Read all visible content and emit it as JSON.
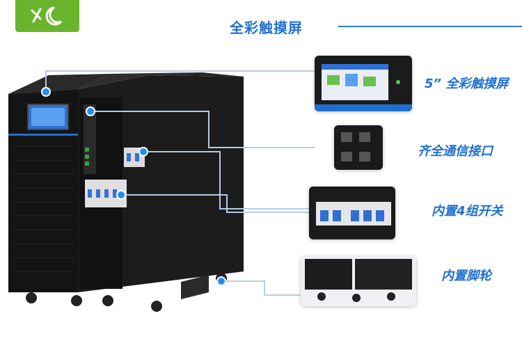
{
  "header": {
    "title": "全彩触摸屏"
  },
  "features": [
    {
      "label": "5” 全彩触摸屏"
    },
    {
      "label": "齐全通信接口"
    },
    {
      "label": "内置4组开关"
    },
    {
      "label": "内置脚轮"
    }
  ],
  "colors": {
    "logo_green": "#6ab42d",
    "accent_blue": "#1f6fd1",
    "cabinet_black": "#1a1a1a"
  },
  "icons": {
    "logo": "moon-leaf-logo-icon"
  }
}
